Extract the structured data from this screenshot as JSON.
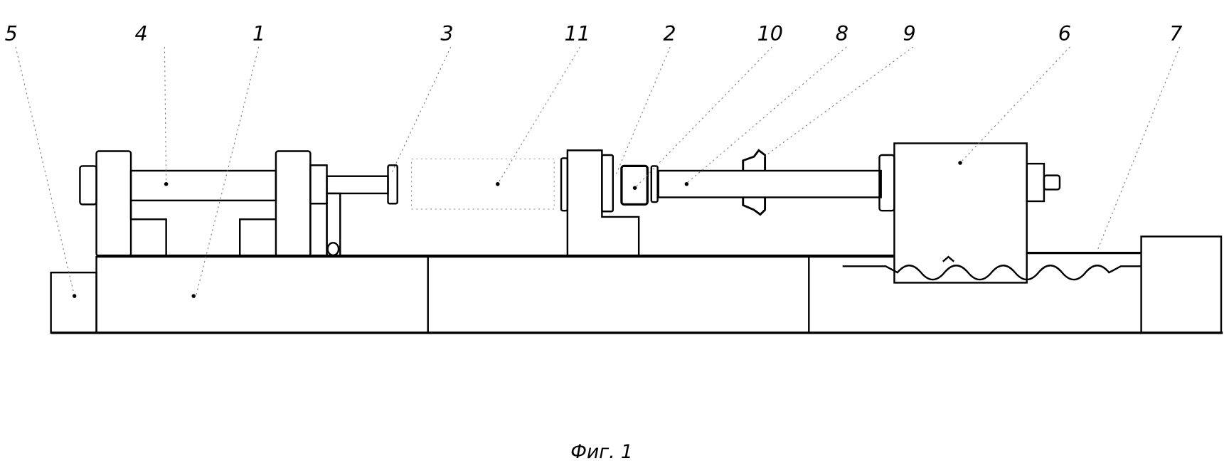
{
  "figure": {
    "caption": "Фиг. 1",
    "labels": {
      "p5": "5",
      "p4": "4",
      "p1": "1",
      "p3": "3",
      "p11": "11",
      "p2": "2",
      "p10": "10",
      "p8": "8",
      "p9": "9",
      "p6": "6",
      "p7": "7"
    }
  }
}
